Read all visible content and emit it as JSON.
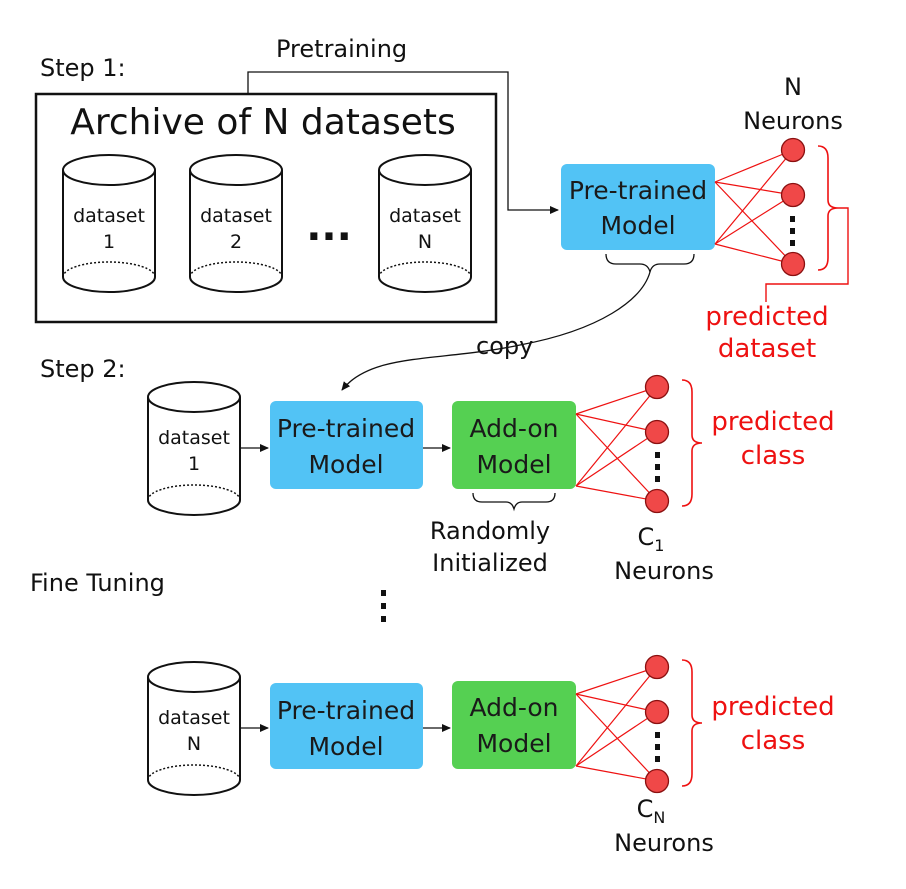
{
  "colors": {
    "pretrained": "#52c3f5",
    "addon": "#55d052",
    "neuron": "#f04848",
    "red_text": "#ee1111",
    "line": "#111111"
  },
  "step1": {
    "label": "Step 1:",
    "pretraining": "Pretraining",
    "archive_title": "Archive of N datasets",
    "datasets": [
      {
        "name": "dataset",
        "index": "1"
      },
      {
        "name": "dataset",
        "index": "2"
      },
      {
        "name": "dataset",
        "index": "N"
      }
    ],
    "ellipsis": "...",
    "model": {
      "line1": "Pre-trained",
      "line2": "Model"
    },
    "neurons": {
      "line1": "N",
      "line2": "Neurons"
    },
    "output": {
      "line1": "predicted",
      "line2": "dataset"
    }
  },
  "copy_label": "copy",
  "step2": {
    "label": "Step 2:",
    "dataset": {
      "name": "dataset",
      "index": "1"
    },
    "model": {
      "line1": "Pre-trained",
      "line2": "Model"
    },
    "addon": {
      "line1": "Add-on",
      "line2": "Model"
    },
    "init": {
      "line1": "Randomly",
      "line2": "Initialized"
    },
    "neurons": {
      "line1": "C",
      "sub": "1",
      "line2": "Neurons"
    },
    "output": {
      "line1": "predicted",
      "line2": "class"
    }
  },
  "fine_tuning": "Fine Tuning",
  "vertical_ellipsis": "⋮",
  "stepN": {
    "dataset": {
      "name": "dataset",
      "index": "N"
    },
    "model": {
      "line1": "Pre-trained",
      "line2": "Model"
    },
    "addon": {
      "line1": "Add-on",
      "line2": "Model"
    },
    "neurons": {
      "line1": "C",
      "sub": "N",
      "line2": "Neurons"
    },
    "output": {
      "line1": "predicted",
      "line2": "class"
    }
  }
}
